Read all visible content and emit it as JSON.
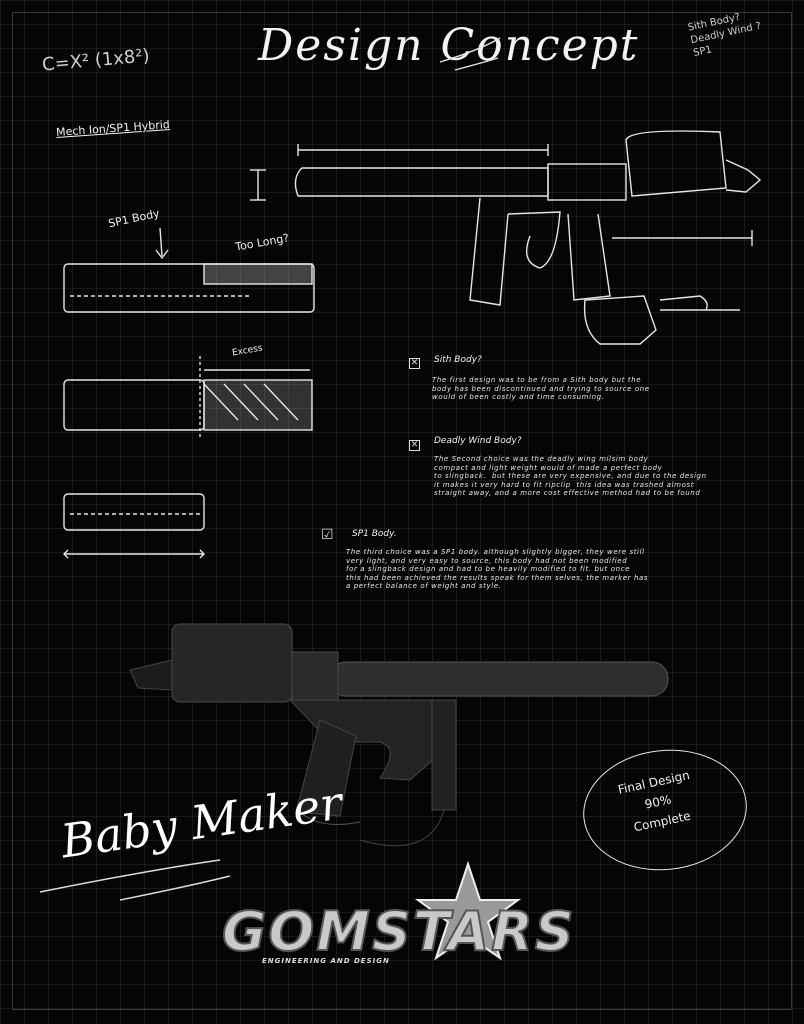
{
  "title": "Design Concept",
  "formula": "C=X² (1x8²)",
  "corner_note": "Sith Body?\nDeadly Wind ?\nSP1",
  "hybrid_label": "Mech Ion/SP1 Hybrid",
  "sp1_body_label": "SP1 Body",
  "too_long_label": "Too Long?",
  "excess_label": "Excess",
  "options": [
    {
      "mark": "x",
      "heading": "Sith Body?",
      "text": "The first design was to be from a Sith body but the\nbody has been discontinued and trying to source one\nwould of been costly and time consuming."
    },
    {
      "mark": "x",
      "heading": "Deadly Wind Body?",
      "text": "The Second choice was the deadly wing milsim body\ncompact and light weight would of made a perfect body\nto slingback.  but these are very expensive, and due to the design\nit makes it very hard to fit ripclip  this idea was trashed almost\nstraight away, and a more cost effective method had to be found"
    },
    {
      "mark": "check",
      "heading": "SP1 Body.",
      "text": "The third choice was a SP1 body. although slightly bigger, they were still\nvery light, and very easy to source, this body had not been modified\nfor a slingback design and had to be heavily modified to fit. but once\nthis had been achieved the results speak for them selves, the marker has\na perfect balance of weight and style."
    }
  ],
  "signature": "Baby Maker",
  "final_note": "Final Design\n90%\nComplete",
  "logo_text": "GOMSTARS",
  "tagline": "ENGINEERING AND DESIGN"
}
